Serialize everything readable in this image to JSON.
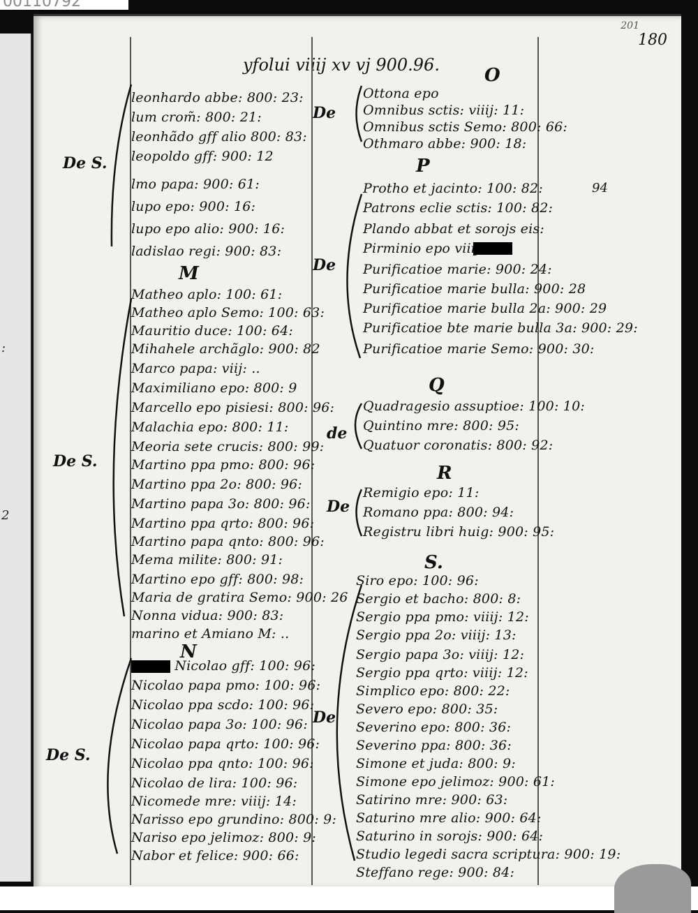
{
  "scan_id": "00110792",
  "folio": {
    "number": "180",
    "faint": "201"
  },
  "heading": "yfolui viiij xv vj 900.96.",
  "left_column": {
    "l_entries": [
      "leonhardo abbe: 800: 23:",
      "lum crom̃: 800: 21:",
      "leonhãdo gff alio 800: 83:",
      "leopoldo gff: 900: 12",
      "lmo papa: 900: 61:",
      "lupo epo: 900: 16:",
      "lupo epo alio: 900: 16:",
      "ladislao regi: 900: 83:"
    ],
    "m_letter": "M",
    "m_entries": [
      "Matheo aplo: 100: 61:",
      "Matheo aplo Semo: 100: 63:",
      "Mauritio duce: 100: 64:",
      "Mihahele archãglo: 900: 82",
      "Marco papa: viij: ..",
      "Maximiliano epo: 800: 9",
      "Marcello epo pisiesi: 800: 96:",
      "Malachia epo: 800: 11:",
      "Meoria sete crucis: 800: 99:",
      "Martino ppa pmo: 800: 96:",
      "Martino ppa 2o: 800: 96:",
      "Martino papa 3o: 800: 96:",
      "Martino ppa qrto: 800: 96:",
      "Martino papa qnto: 800: 96:",
      "Mema milite: 800: 91:",
      "Martino epo gff: 800: 98:",
      "Maria de gratira Semo: 900: 26",
      "Nonna vidua: 900: 83:",
      "marino et Amiano M: .."
    ],
    "n_letter": "N",
    "n_entries": [
      "Nicolao gff: 100: 96:",
      "Nicolao papa pmo: 100: 96:",
      "Nicolao ppa scdo: 100: 96:",
      "Nicolao papa 3o: 100: 96:",
      "Nicolao papa qrto: 100: 96:",
      "Nicolao ppa qnto: 100: 96:",
      "Nicolao de lira: 100: 96:",
      "Nicomede mre: viiij: 14:",
      "Narisso epo grundino: 800: 9:",
      "Nariso epo jelimoz: 800: 9:",
      "Nabor et felice: 900: 66:"
    ],
    "side_labels": [
      "De S.",
      "De S.",
      "De S."
    ]
  },
  "right_column": {
    "o_letter": "O",
    "o_entries": [
      "Ottona epo",
      "Omnibus sctis: viiij: 11:",
      "Omnibus sctis Semo: 800: 66:",
      "Othmaro abbe: 900: 18:"
    ],
    "p_letter": "P",
    "p_entries": [
      "Protho et jacinto: 100: 82:",
      "Patrons eclie sctis: 100: 82:",
      "Plando abbat et sorojs eis:",
      "Pirminio epo viiij: 15:",
      "Purificatioe marie: 900: 24:",
      "Purificatioe marie bulla: 900: 28",
      "Purificatioe marie bulla 2a: 900: 29",
      "Purificatioe bte marie bulla 3a: 900: 29:",
      "Purificatioe marie Semo: 900: 30:"
    ],
    "p_margin_note": "94",
    "q_letter": "Q",
    "q_entries": [
      "Quadragesio assuptioe: 100: 10:",
      "Quintino mre: 800: 95:",
      "Quatuor coronatis: 800: 92:"
    ],
    "r_letter": "R",
    "r_entries": [
      "Remigio epo: 11:",
      "Romano ppa: 800: 94:",
      "Registru libri huig: 900: 95:"
    ],
    "s_letter": "S.",
    "s_entries": [
      "Siro epo: 100: 96:",
      "Sergio et bacho: 800: 8:",
      "Sergio ppa pmo: viiij: 12:",
      "Sergio ppa 2o: viiij: 13:",
      "Sergio papa 3o: viiij: 12:",
      "Sergio ppa qrto: viiij: 12:",
      "Simplico epo: 800: 22:",
      "Severo epo: 800: 35:",
      "Severino epo: 800: 36:",
      "Severino ppa: 800: 36:",
      "Simone et juda: 800: 9:",
      "Simone epo jelimoz: 900: 61:",
      "Satirino mre: 900: 63:",
      "Saturino mre alio: 900: 64:",
      "Saturino in sorojs: 900: 64:",
      "Studio legedi sacra scriptura: 900: 19:",
      "Steffano rege: 900: 84:"
    ],
    "side_labels": [
      "De",
      "De",
      "De",
      "de",
      "De"
    ]
  }
}
